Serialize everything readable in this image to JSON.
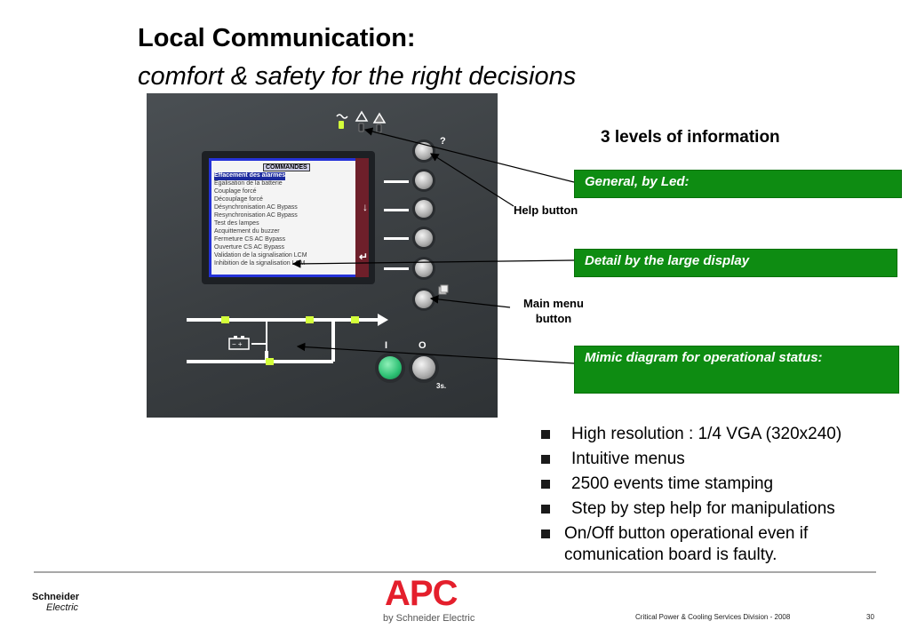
{
  "slide": {
    "title": "Local Communication:",
    "subtitle": "comfort & safety for the right decisions"
  },
  "panel": {
    "screen_title": "COMMANDES",
    "menu_items": [
      "Effacement des alarmes",
      "Egalisation de la batterie",
      "Couplage forcé",
      "Découplage forcé",
      "Désynchronisation AC Bypass",
      "Resynchronisation AC Bypass",
      "Test des lampes",
      "Acquittement du buzzer",
      "Fermeture CS AC Bypass",
      "Ouverture CS AC Bypass",
      "Validation de la signalisation LCM",
      "Inhibition de la signalisation LCM"
    ],
    "help_glyph": "?",
    "on_label": "I",
    "off_label": "O",
    "hold_label": "3s."
  },
  "heading": "3 levels of information",
  "callouts": {
    "help_button": "Help button",
    "main_menu_button": "Main menu button"
  },
  "green_boxes": {
    "led": "General,  by Led:",
    "display": "Detail by the large display",
    "mimic": "Mimic diagram for operational status:"
  },
  "bullets": [
    "High resolution : 1/4 VGA (320x240)",
    "Intuitive menus",
    "2500 events time stamping",
    "Step by step help for manipulations",
    "On/Off button operational even if comunication board is faulty."
  ],
  "footer": {
    "schneider_line1": "Schneider",
    "schneider_line2": "Electric",
    "apc_logo": "APC",
    "apc_by": "by Schneider Electric",
    "division": "Critical Power & Cooling Services Division - 2008",
    "page_number": "30"
  },
  "colors": {
    "green_box": "#0e8c12",
    "apc_red": "#e41f2c",
    "panel_gray": "#3d4144"
  },
  "icons": [
    "led-ac-icon",
    "warning-icon",
    "warning-triangle-icon",
    "battery-icon",
    "main-menu-icon"
  ]
}
